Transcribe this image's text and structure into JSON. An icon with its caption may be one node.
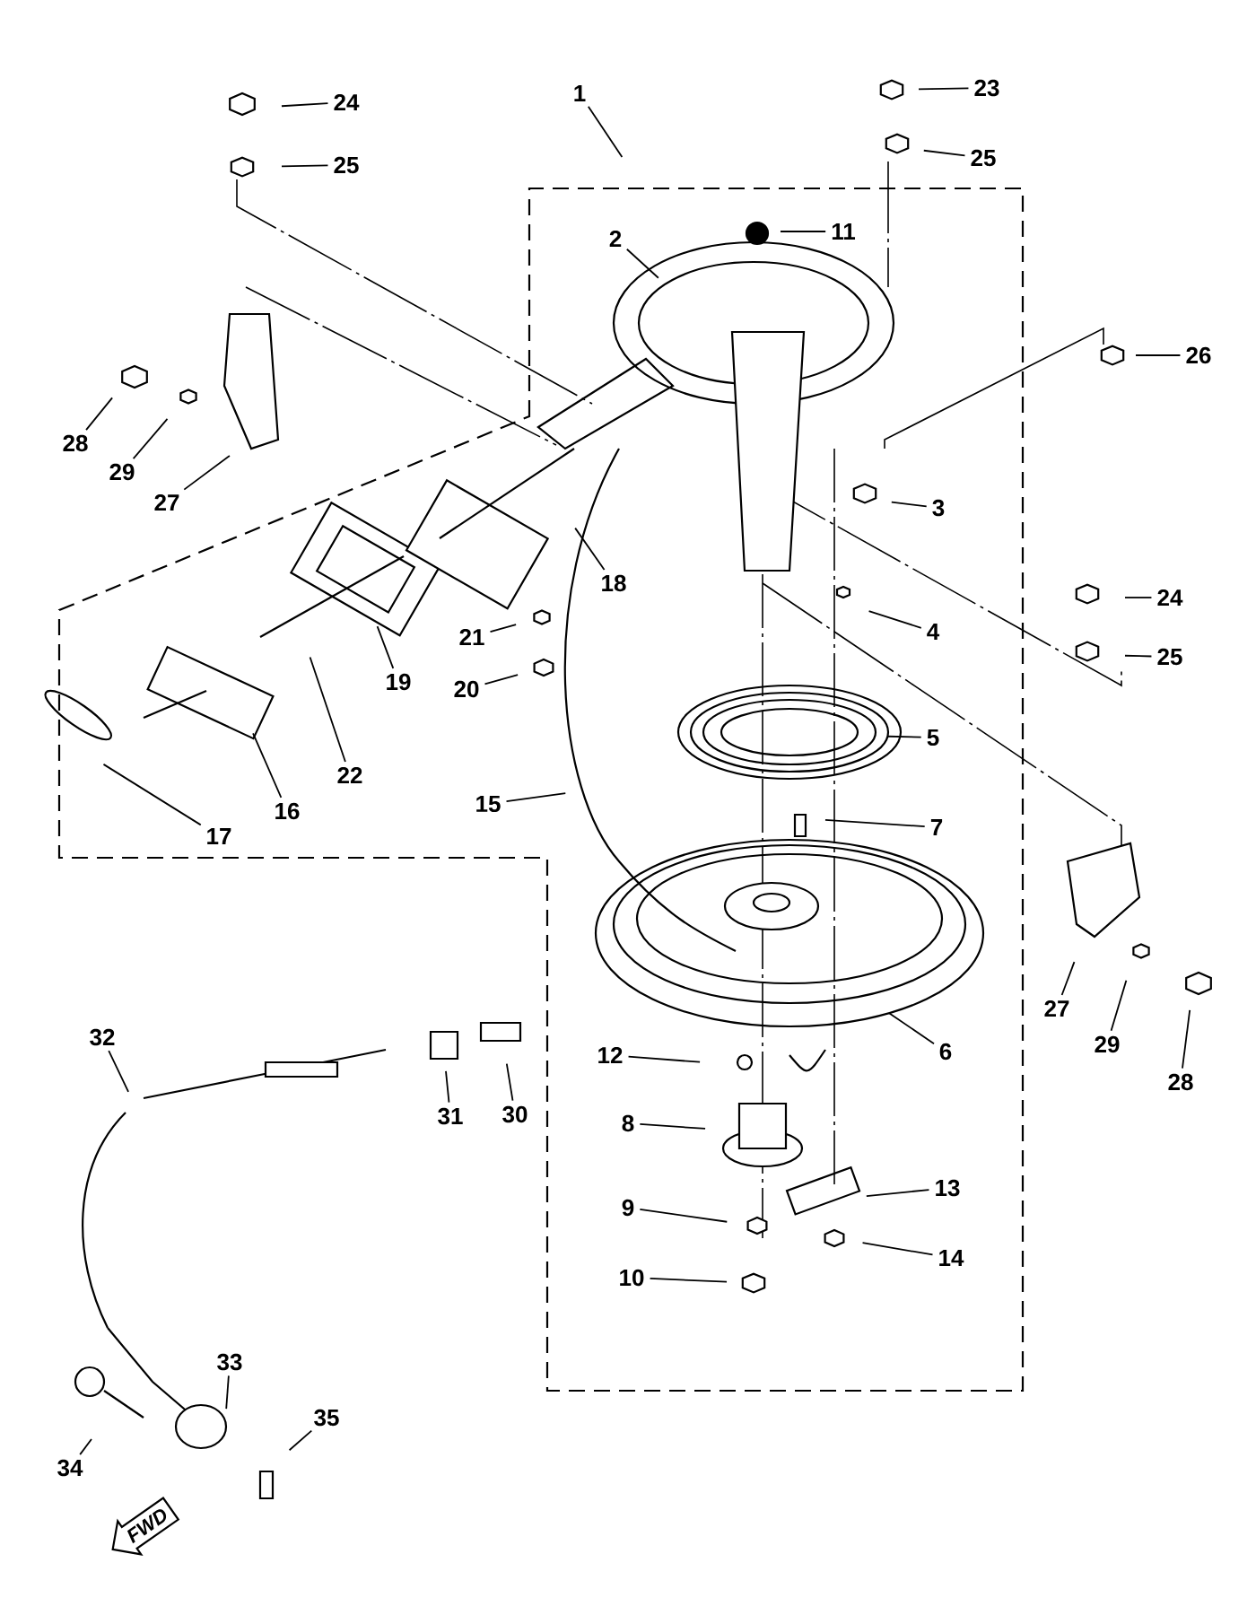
{
  "diagram": {
    "nodes": [
      {
        "text": [
          "24"
        ]
      },
      {
        "text": [
          "23"
        ]
      },
      {
        "text": [
          "1"
        ]
      },
      {
        "text": [
          "25"
        ]
      },
      {
        "text": [
          "25"
        ]
      },
      {
        "text": [
          "11"
        ]
      },
      {
        "text": [
          "2"
        ]
      },
      {
        "text": [
          "26"
        ]
      },
      {
        "text": [
          "28"
        ]
      },
      {
        "text": [
          "29"
        ]
      },
      {
        "text": [
          "27"
        ]
      },
      {
        "text": [
          "3"
        ]
      },
      {
        "text": [
          "18"
        ]
      },
      {
        "text": [
          "24"
        ]
      },
      {
        "text": [
          "4"
        ]
      },
      {
        "text": [
          "21"
        ]
      },
      {
        "text": [
          "25"
        ]
      },
      {
        "text": [
          "20"
        ]
      },
      {
        "text": [
          "19"
        ]
      },
      {
        "text": [
          "5"
        ]
      },
      {
        "text": [
          "22"
        ]
      },
      {
        "text": [
          "15"
        ]
      },
      {
        "text": [
          "16"
        ]
      },
      {
        "text": [
          "7"
        ]
      },
      {
        "text": [
          "17"
        ]
      },
      {
        "text": [
          "27"
        ]
      },
      {
        "text": [
          "32"
        ]
      },
      {
        "text": [
          "29"
        ]
      },
      {
        "text": [
          "6"
        ]
      },
      {
        "text": [
          "12"
        ]
      },
      {
        "text": [
          "28"
        ]
      },
      {
        "text": [
          "31"
        ]
      },
      {
        "text": [
          "30"
        ]
      },
      {
        "text": [
          "8"
        ]
      },
      {
        "text": [
          "13"
        ]
      },
      {
        "text": [
          "9"
        ]
      },
      {
        "text": [
          "14"
        ]
      },
      {
        "text": [
          "10"
        ]
      },
      {
        "text": [
          "33"
        ]
      },
      {
        "text": [
          "35"
        ]
      },
      {
        "text": [
          "34"
        ]
      },
      {
        "text": [
          "FWD"
        ]
      }
    ],
    "edges": [
      {
        "from": 0,
        "to": null,
        "arrow": "none"
      },
      {
        "from": 1,
        "to": null,
        "arrow": "none"
      },
      {
        "from": 2,
        "to": null,
        "arrow": "none"
      },
      {
        "from": 3,
        "to": null,
        "arrow": "none"
      },
      {
        "from": 4,
        "to": null,
        "arrow": "none"
      },
      {
        "from": 5,
        "to": null,
        "arrow": "none"
      },
      {
        "from": 6,
        "to": null,
        "arrow": "none"
      },
      {
        "from": 7,
        "to": null,
        "arrow": "none"
      },
      {
        "from": 8,
        "to": null,
        "arrow": "none"
      },
      {
        "from": 9,
        "to": null,
        "arrow": "none"
      },
      {
        "from": 10,
        "to": null,
        "arrow": "none"
      },
      {
        "from": 11,
        "to": null,
        "arrow": "none"
      },
      {
        "from": 12,
        "to": null,
        "arrow": "none"
      },
      {
        "from": 13,
        "to": null,
        "arrow": "none"
      },
      {
        "from": 14,
        "to": null,
        "arrow": "none"
      },
      {
        "from": 15,
        "to": null,
        "arrow": "none"
      },
      {
        "from": 16,
        "to": null,
        "arrow": "none"
      },
      {
        "from": 17,
        "to": null,
        "arrow": "none"
      },
      {
        "from": 18,
        "to": null,
        "arrow": "none"
      },
      {
        "from": 19,
        "to": null,
        "arrow": "none"
      },
      {
        "from": 20,
        "to": null,
        "arrow": "none"
      },
      {
        "from": 21,
        "to": null,
        "arrow": "none"
      },
      {
        "from": 22,
        "to": null,
        "arrow": "none"
      },
      {
        "from": 23,
        "to": null,
        "arrow": "none"
      },
      {
        "from": 24,
        "to": null,
        "arrow": "none"
      },
      {
        "from": 25,
        "to": null,
        "arrow": "none"
      },
      {
        "from": 26,
        "to": null,
        "arrow": "none"
      },
      {
        "from": 27,
        "to": null,
        "arrow": "none"
      },
      {
        "from": 28,
        "to": null,
        "arrow": "none"
      },
      {
        "from": 29,
        "to": null,
        "arrow": "none"
      },
      {
        "from": 30,
        "to": null,
        "arrow": "none"
      },
      {
        "from": 31,
        "to": null,
        "arrow": "none"
      },
      {
        "from": 32,
        "to": null,
        "arrow": "none"
      },
      {
        "from": 33,
        "to": null,
        "arrow": "none"
      },
      {
        "from": 34,
        "to": null,
        "arrow": "none"
      },
      {
        "from": 35,
        "to": null,
        "arrow": "none"
      },
      {
        "from": 36,
        "to": null,
        "arrow": "none"
      },
      {
        "from": 37,
        "to": null,
        "arrow": "none"
      },
      {
        "from": 38,
        "to": null,
        "arrow": "none"
      },
      {
        "from": 39,
        "to": null,
        "arrow": "none"
      },
      {
        "from": 40,
        "to": null,
        "arrow": "none"
      }
    ]
  }
}
